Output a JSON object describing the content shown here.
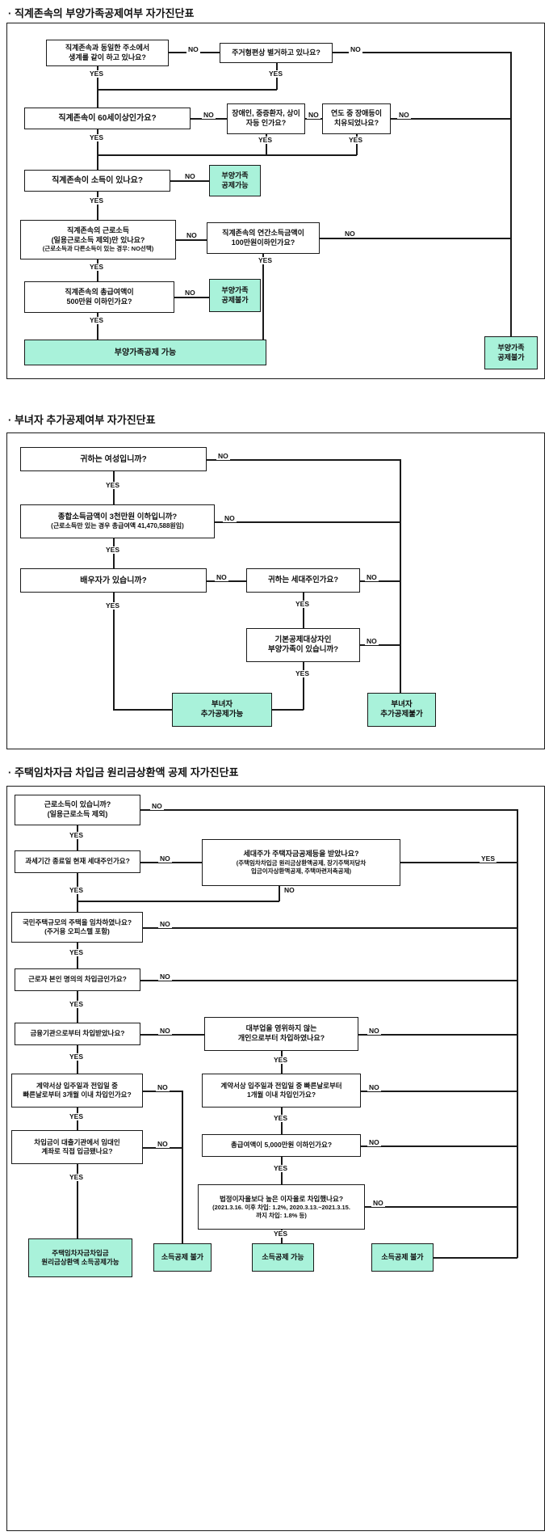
{
  "colors": {
    "result_green": "#a9f2da",
    "line": "#1a1a1a"
  },
  "labels": {
    "yes": "YES",
    "no": "NO"
  },
  "section1": {
    "title": "· 직계존속의 부양가족공제여부 자가진단표",
    "boxes": {
      "same_address": "직계존속과 동일한 주소에서\n생계를 같이 하고 있나요?",
      "separate_residence": "주거형편상 별거하고 있나요?",
      "age_60": "직계존속이 60세이상인가요?",
      "disabled": "장애인, 중증환자, 상이자등 인가요?",
      "cured": "연도 중 장애등이\n치유되었나요?",
      "has_income": "직계존속이 소득이 있나요?",
      "earned_only_main": "직계존속의 근로소득\n(일용근로소득 제외)만 있나요?",
      "earned_only_sub": "(근로소득과 다른소득이 있는 경우: NO선택)",
      "annual_100": "직계존속의 연간소득금액이\n100만원이하인가요?",
      "salary_500": "직계존속의 총급여액이\n500만원 이하인가요?"
    },
    "results": {
      "deductible_small": "부양가족\n공제가능",
      "not_deductible_small": "부양가족\n공제불가",
      "deductible_final": "부양가족공제 가능",
      "not_deductible_right": "부양가족\n공제불가"
    }
  },
  "section2": {
    "title": "· 부녀자 추가공제여부 자가진단표",
    "boxes": {
      "female": "귀하는 여성입니까?",
      "income_30m_main": "종합소득금액이 3천만원 이하입니까?",
      "income_30m_sub": "(근로소득만 있는 경우 총급여액 41,470,588원임)",
      "spouse": "배우자가 있습니까?",
      "householder": "귀하는 세대주인가요?",
      "dependent": "기본공제대상자인\n부양가족이 있습니까?"
    },
    "results": {
      "deductible": "부녀자\n추가공제가능",
      "not_deductible": "부녀자\n추가공제불가"
    }
  },
  "section3": {
    "title": "· 주택임차자금 차입금 원리금상환액 공제 자가진단표",
    "boxes": {
      "earned_income": "근로소득이 있습니까?\n(일용근로소득 제외)",
      "householder": "과세기간 종료일 현재 세대주인가요?",
      "householder_received_main": "세대주가 주택자금공제등을 받았나요?",
      "householder_received_sub": "(주택임차차입금 원리금상환액공제, 장기주택저당차\n입금이자상환액공제, 주택마련저축공제)",
      "national_housing": "국민주택규모의 주택을 임차하였나요?\n(주거용 오피스텔 포함)",
      "own_name": "근로자 본인 명의의 차입금인가요?",
      "financial_institution": "금융기관으로부터 차입받았나요?",
      "individual_lender": "대부업을 영위하지 않는\n개인으로부터 차입하였나요?",
      "within_3_months": "계약서상 입주일과 전입일 중\n빠른날로부터 3개월 이내 차입인가요?",
      "within_1_month": "계약서상 입주일과 전입일 중 빠른날로부터\n1개월 이내 차입인가요?",
      "direct_deposit": "차입금이 대출기관에서 임대인\n계좌로 직접 입금됐나요?",
      "salary_50m": "총급여액이 5,000만원 이하인가요?",
      "interest_rate_main": "법정이자율보다 높은 이자율로 차입했나요?",
      "interest_rate_sub": "(2021.3.16. 이후 차입: 1.2%, 2020.3.13.~2021.3.15.\n까지 차입: 1.8% 등)"
    },
    "results": {
      "deductible_long": "주택임차자금차입금\n원리금상환액 소득공제가능",
      "not_deductible_1": "소득공제 불가",
      "deductible": "소득공제 가능",
      "not_deductible_2": "소득공제 불가"
    }
  }
}
